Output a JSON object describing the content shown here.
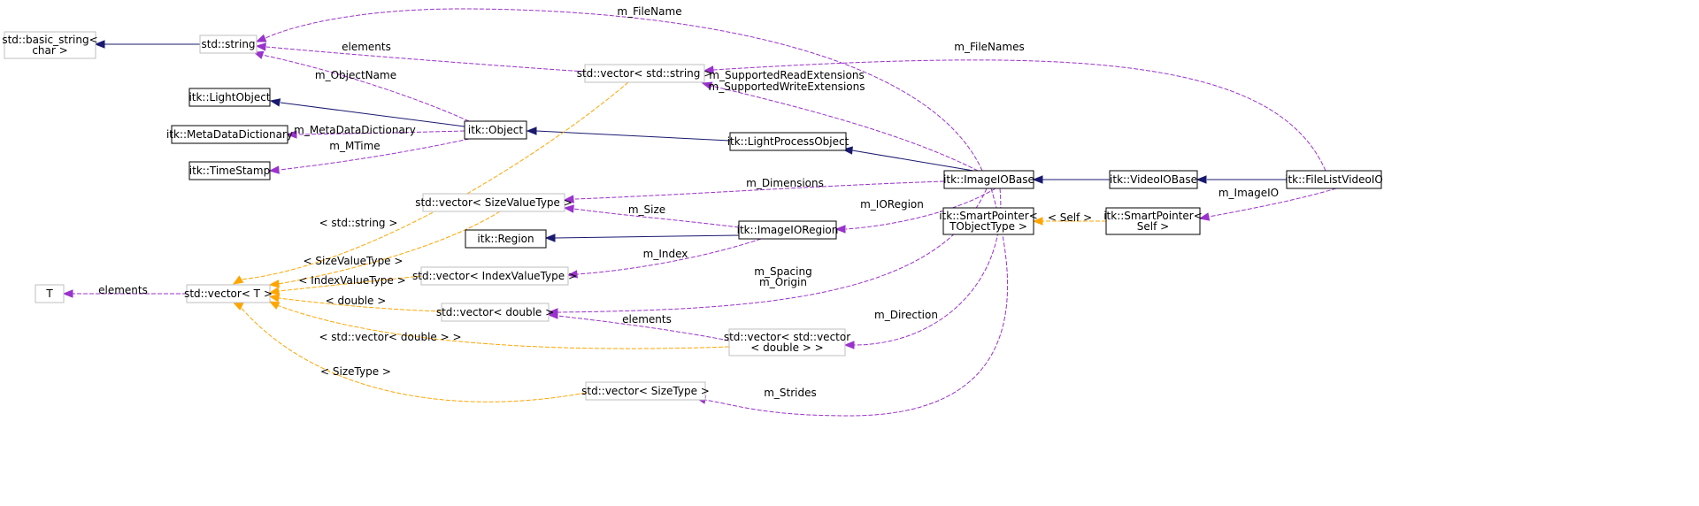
{
  "diagram": {
    "title": "",
    "colors": {
      "inheritance": "#191970",
      "usage": "#9a32cd",
      "template": "#ffa500",
      "documented_border": "#000000",
      "undocumented_border": "#bfbfbf",
      "focus_fill": "#bfbfbf"
    },
    "nodes": [
      {
        "id": "basic_string",
        "lines": [
          "std::basic_string<",
          "char >"
        ],
        "style": "undocumented"
      },
      {
        "id": "string",
        "lines": [
          "std::string"
        ],
        "style": "undocumented"
      },
      {
        "id": "vector_string",
        "lines": [
          "std::vector< std::string >"
        ],
        "style": "undocumented"
      },
      {
        "id": "light_object",
        "lines": [
          "itk::LightObject"
        ],
        "style": "documented"
      },
      {
        "id": "meta_data_dictionary",
        "lines": [
          "itk::MetaDataDictionary"
        ],
        "style": "documented"
      },
      {
        "id": "object",
        "lines": [
          "itk::Object"
        ],
        "style": "documented"
      },
      {
        "id": "time_stamp",
        "lines": [
          "itk::TimeStamp"
        ],
        "style": "documented"
      },
      {
        "id": "light_process_object",
        "lines": [
          "itk::LightProcessObject"
        ],
        "style": "documented"
      },
      {
        "id": "image_io_base",
        "lines": [
          "itk::ImageIOBase"
        ],
        "style": "documented"
      },
      {
        "id": "video_io_base",
        "lines": [
          "itk::VideoIOBase"
        ],
        "style": "documented"
      },
      {
        "id": "file_list_video_io",
        "lines": [
          "itk::FileListVideoIO"
        ],
        "style": "focus"
      },
      {
        "id": "smart_pointer_tobject",
        "lines": [
          "itk::SmartPointer<",
          "TObjectType >"
        ],
        "style": "documented"
      },
      {
        "id": "smart_pointer_self",
        "lines": [
          "itk::SmartPointer<",
          "Self >"
        ],
        "style": "documented"
      },
      {
        "id": "vector_size_value_type",
        "lines": [
          "std::vector< SizeValueType >"
        ],
        "style": "undocumented"
      },
      {
        "id": "region",
        "lines": [
          "itk::Region"
        ],
        "style": "documented"
      },
      {
        "id": "image_io_region",
        "lines": [
          "itk::ImageIORegion"
        ],
        "style": "documented"
      },
      {
        "id": "vector_index_value_type",
        "lines": [
          "std::vector< IndexValueType >"
        ],
        "style": "undocumented"
      },
      {
        "id": "t",
        "lines": [
          "T"
        ],
        "style": "undocumented"
      },
      {
        "id": "vector_t",
        "lines": [
          "std::vector< T >"
        ],
        "style": "undocumented"
      },
      {
        "id": "vector_double",
        "lines": [
          "std::vector< double >"
        ],
        "style": "undocumented"
      },
      {
        "id": "vector_vector_double",
        "lines": [
          "std::vector< std::vector",
          "< double > >"
        ],
        "style": "undocumented"
      },
      {
        "id": "vector_size_type",
        "lines": [
          "std::vector< SizeType >"
        ],
        "style": "undocumented"
      }
    ],
    "edges": [
      {
        "id": "e1",
        "from": "string",
        "to": "basic_string",
        "kind": "inheritance",
        "label": []
      },
      {
        "id": "e2",
        "from": "object",
        "to": "light_object",
        "kind": "inheritance",
        "label": []
      },
      {
        "id": "e3",
        "from": "light_process_object",
        "to": "object",
        "kind": "inheritance",
        "label": []
      },
      {
        "id": "e4",
        "from": "image_io_base",
        "to": "light_process_object",
        "kind": "inheritance",
        "label": []
      },
      {
        "id": "e5",
        "from": "video_io_base",
        "to": "image_io_base",
        "kind": "inheritance",
        "label": []
      },
      {
        "id": "e6",
        "from": "file_list_video_io",
        "to": "video_io_base",
        "kind": "inheritance",
        "label": []
      },
      {
        "id": "e7",
        "from": "image_io_region",
        "to": "region",
        "kind": "inheritance",
        "label": []
      },
      {
        "id": "e8",
        "from": "image_io_base",
        "to": "string",
        "kind": "usage",
        "label": [
          "m_FileName"
        ]
      },
      {
        "id": "e9",
        "from": "vector_string",
        "to": "string",
        "kind": "usage",
        "label": [
          "elements"
        ]
      },
      {
        "id": "e10",
        "from": "object",
        "to": "string",
        "kind": "usage",
        "label": [
          "m_ObjectName"
        ]
      },
      {
        "id": "e11",
        "from": "file_list_video_io",
        "to": "vector_string",
        "kind": "usage",
        "label": [
          "m_FileNames"
        ]
      },
      {
        "id": "e12",
        "from": "image_io_base",
        "to": "vector_string",
        "kind": "usage",
        "label": [
          "m_SupportedReadExtensions",
          "m_SupportedWriteExtensions"
        ]
      },
      {
        "id": "e13",
        "from": "object",
        "to": "meta_data_dictionary",
        "kind": "usage",
        "label": [
          "m_MetaDataDictionary"
        ]
      },
      {
        "id": "e14",
        "from": "object",
        "to": "time_stamp",
        "kind": "usage",
        "label": [
          "m_MTime"
        ]
      },
      {
        "id": "e15",
        "from": "vector_string",
        "to": "vector_t",
        "kind": "template",
        "label": [
          "< std::string >"
        ]
      },
      {
        "id": "e16",
        "from": "image_io_base",
        "to": "vector_size_value_type",
        "kind": "usage",
        "label": [
          "m_Dimensions"
        ]
      },
      {
        "id": "e17",
        "from": "image_io_region",
        "to": "vector_size_value_type",
        "kind": "usage",
        "label": [
          "m_Size"
        ]
      },
      {
        "id": "e18",
        "from": "image_io_base",
        "to": "image_io_region",
        "kind": "usage",
        "label": [
          "m_IORegion"
        ]
      },
      {
        "id": "e19",
        "from": "file_list_video_io",
        "to": "smart_pointer_self",
        "kind": "usage",
        "label": [
          "m_ImageIO"
        ]
      },
      {
        "id": "e20",
        "from": "smart_pointer_self",
        "to": "smart_pointer_tobject",
        "kind": "template",
        "label": [
          "< Self >"
        ]
      },
      {
        "id": "e21",
        "from": "vector_size_value_type",
        "to": "vector_t",
        "kind": "template",
        "label": [
          "< SizeValueType >"
        ]
      },
      {
        "id": "e22",
        "from": "image_io_region",
        "to": "vector_index_value_type",
        "kind": "usage",
        "label": [
          "m_Index"
        ]
      },
      {
        "id": "e23",
        "from": "image_io_base",
        "to": "vector_double",
        "kind": "usage",
        "label": [
          "m_Spacing",
          "m_Origin"
        ]
      },
      {
        "id": "e24",
        "from": "vector_index_value_type",
        "to": "vector_t",
        "kind": "template",
        "label": [
          "< IndexValueType >"
        ]
      },
      {
        "id": "e25",
        "from": "vector_t",
        "to": "t",
        "kind": "usage",
        "label": [
          "elements"
        ]
      },
      {
        "id": "e26",
        "from": "vector_double",
        "to": "vector_t",
        "kind": "template",
        "label": [
          "< double >"
        ]
      },
      {
        "id": "e27",
        "from": "vector_vector_double",
        "to": "vector_double",
        "kind": "usage",
        "label": [
          "elements"
        ]
      },
      {
        "id": "e28",
        "from": "image_io_base",
        "to": "vector_vector_double",
        "kind": "usage",
        "label": [
          "m_Direction"
        ]
      },
      {
        "id": "e29",
        "from": "vector_vector_double",
        "to": "vector_t",
        "kind": "template",
        "label": [
          "< std::vector< double > >"
        ]
      },
      {
        "id": "e30",
        "from": "vector_size_type",
        "to": "vector_t",
        "kind": "template",
        "label": [
          "< SizeType >"
        ]
      },
      {
        "id": "e31",
        "from": "image_io_base",
        "to": "vector_size_type",
        "kind": "usage",
        "label": [
          "m_Strides"
        ]
      }
    ]
  }
}
